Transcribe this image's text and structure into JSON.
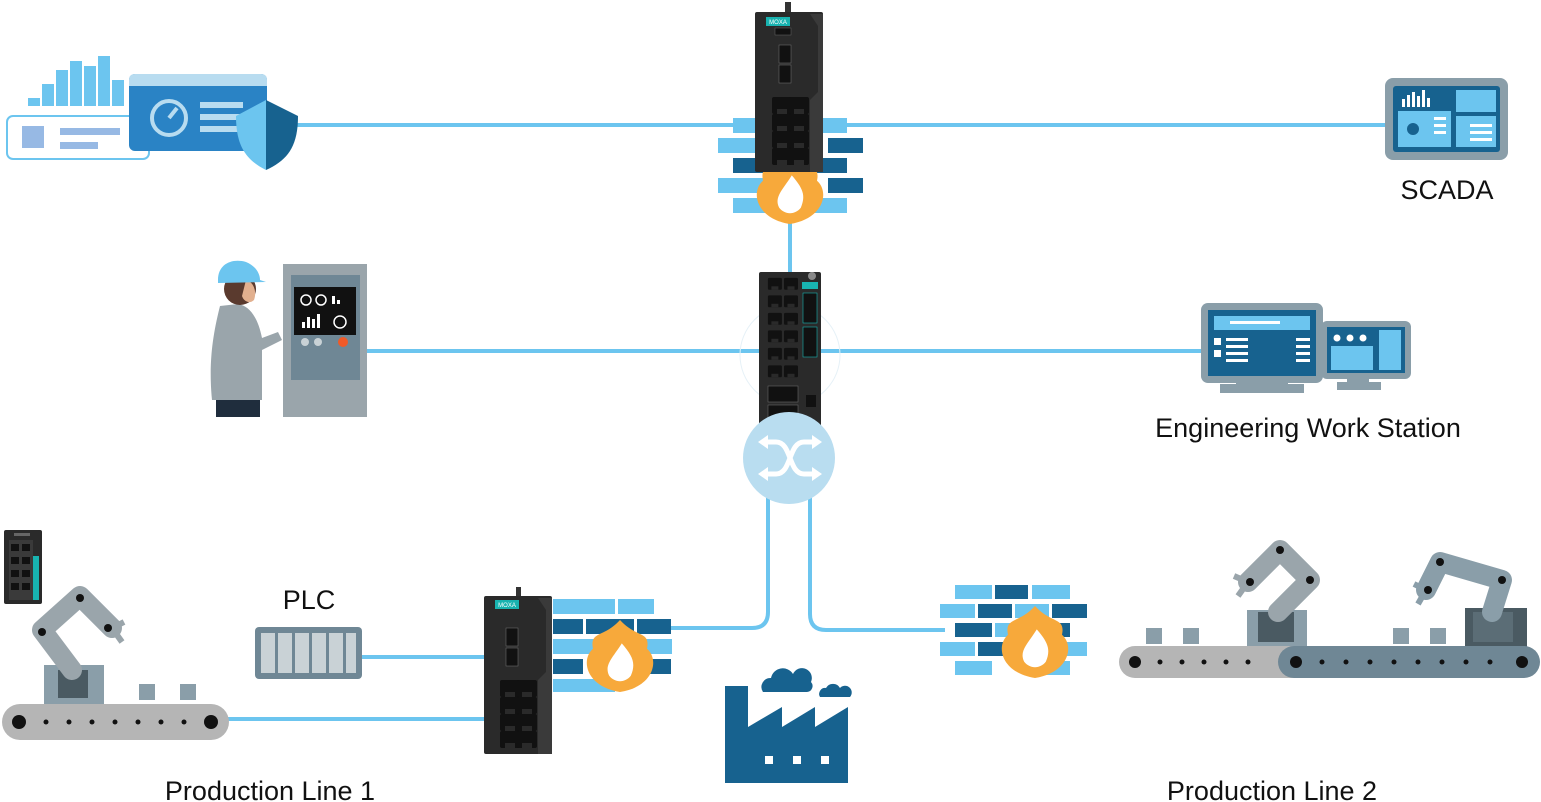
{
  "labels": {
    "scada": "SCADA",
    "ews": "Engineering Work Station",
    "plc": "PLC",
    "line1": "Production Line 1",
    "line2": "Production Line 2"
  },
  "logos": {
    "device_brand": "MOXA"
  },
  "colors": {
    "link": "#6cc5ef",
    "dark_blue": "#17628f",
    "light_blue": "#6cc5ef",
    "flame": "#f7a93b",
    "device": "#2a2a2a",
    "gray": "#9aa5ab",
    "switch_circle": "#b9ddf0"
  },
  "icons": [
    "security-dashboard-icon",
    "firewall-icon",
    "industrial-router-icon",
    "layer3-switch-icon",
    "switch-symbol-icon",
    "scada-monitor-icon",
    "hmi-operator-icon",
    "engineering-workstation-icon",
    "plc-icon",
    "factory-icon",
    "robot-arm-icon",
    "conveyor-icon"
  ]
}
